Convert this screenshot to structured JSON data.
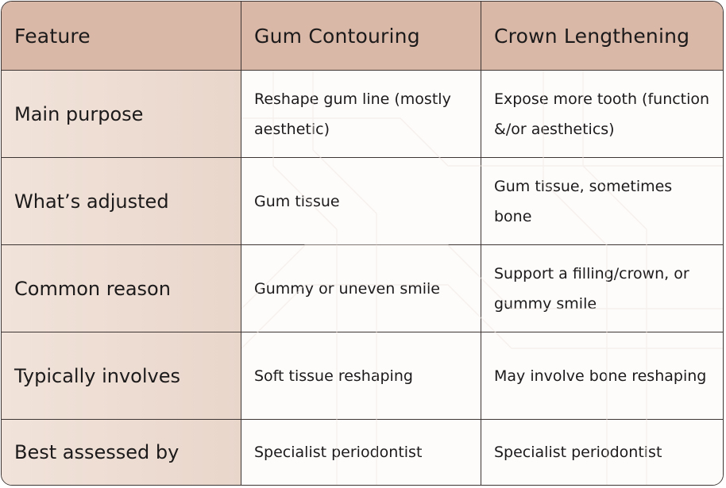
{
  "headers": [
    "Feature",
    "Gum Contouring",
    "Crown Lengthening"
  ],
  "rows": [
    {
      "feature": "Main purpose",
      "gum": "Reshape gum line (mostly aesthetic)",
      "crown": "Expose more tooth (function &/or aesthetics)"
    },
    {
      "feature": "What’s adjusted",
      "gum": "Gum tissue",
      "crown": "Gum tissue, sometimes bone"
    },
    {
      "feature": "Common reason",
      "gum": "Gummy or uneven smile",
      "crown": "Support a filling/crown, or gummy smile"
    },
    {
      "feature": "Typically involves",
      "gum": "Soft tissue reshaping",
      "crown": "May involve bone reshaping"
    },
    {
      "feature": "Best assessed by",
      "gum": "Specialist periodontist",
      "crown": "Specialist periodontist"
    }
  ],
  "colors": {
    "header_bg": "#d9b8a8",
    "feature_bg": "#eddcd2",
    "border": "#3d3533",
    "text": "#1c1a1a"
  }
}
